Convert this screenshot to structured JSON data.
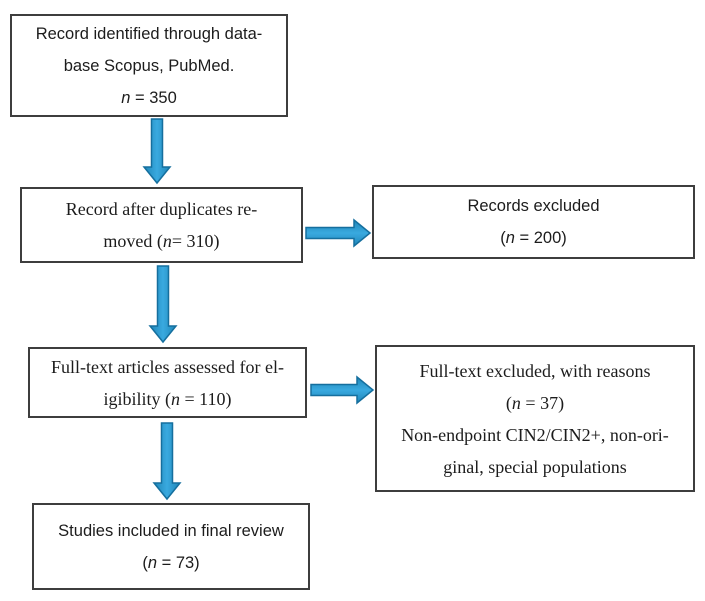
{
  "colors": {
    "background": "#ffffff",
    "box_border": "#3e3e3e",
    "arrow_fill_center": "#39a9df",
    "arrow_fill_edge": "#1f86b8",
    "arrow_stroke": "#156f9e"
  },
  "boxes": [
    {
      "id": "records-identified",
      "font": "sans",
      "lines": [
        [
          {
            "t": "Record identified through data-"
          }
        ],
        [
          {
            "t": "base Scopus, PubMed."
          }
        ],
        [
          {
            "t": "n",
            "i": true
          },
          {
            "t": " = 350"
          }
        ]
      ]
    },
    {
      "id": "duplicates-removed",
      "font": "serif",
      "lines": [
        [
          {
            "t": "Record after duplicates re-"
          }
        ],
        [
          {
            "t": "moved ("
          },
          {
            "t": "n",
            "i": true
          },
          {
            "t": "= 310)"
          }
        ]
      ]
    },
    {
      "id": "records-excluded",
      "font": "sans",
      "lines": [
        [
          {
            "t": "Records excluded"
          }
        ],
        [
          {
            "t": "("
          },
          {
            "t": "n",
            "i": true
          },
          {
            "t": " = 200)"
          }
        ]
      ]
    },
    {
      "id": "fulltext-assessed",
      "font": "serif",
      "lines": [
        [
          {
            "t": "Full-text articles assessed for el-"
          }
        ],
        [
          {
            "t": "igibility ("
          },
          {
            "t": "n",
            "i": true
          },
          {
            "t": " = 110)"
          }
        ]
      ]
    },
    {
      "id": "fulltext-excluded",
      "font": "serif",
      "lines": [
        [
          {
            "t": "Full-text excluded, with reasons"
          }
        ],
        [
          {
            "t": "("
          },
          {
            "t": "n",
            "i": true
          },
          {
            "t": " = 37)"
          }
        ],
        [
          {
            "t": "Non-endpoint CIN2/CIN2+, non-ori-"
          }
        ],
        [
          {
            "t": "ginal, special populations"
          }
        ]
      ]
    },
    {
      "id": "studies-included",
      "font": "sans",
      "lines": [
        [
          {
            "t": "Studies included in final review"
          }
        ],
        [
          {
            "t": "("
          },
          {
            "t": "n",
            "i": true
          },
          {
            "t": " = 73)"
          }
        ]
      ]
    }
  ]
}
